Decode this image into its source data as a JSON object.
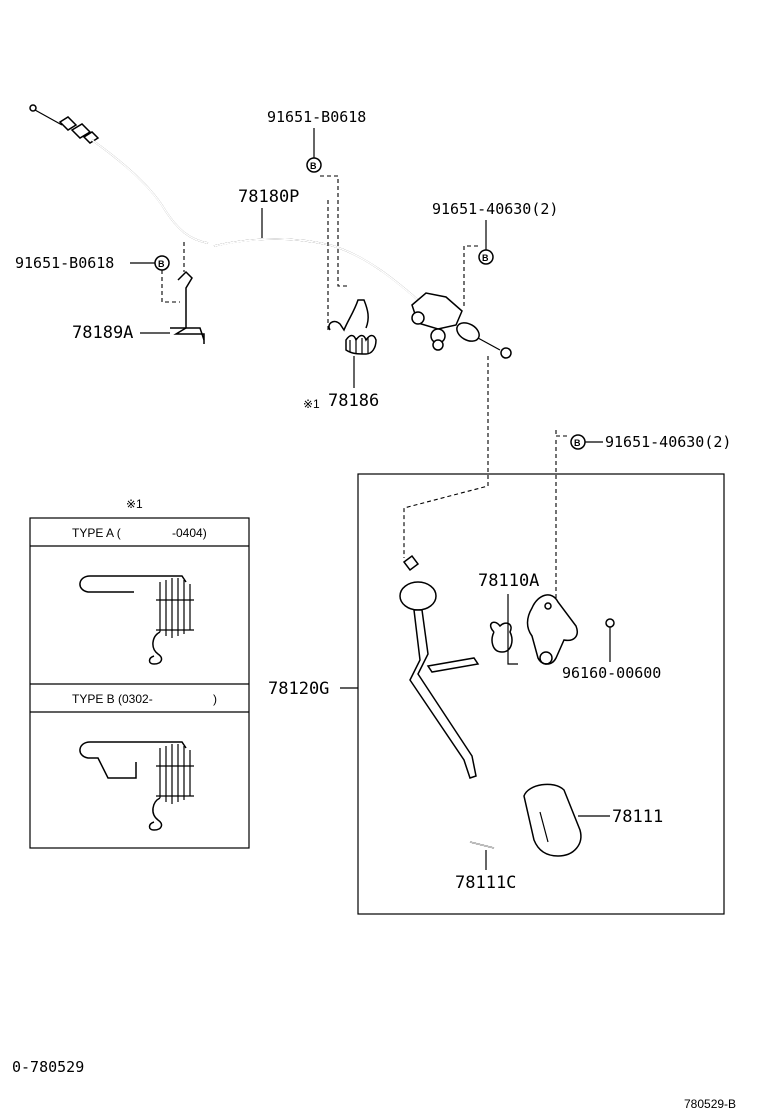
{
  "parts": {
    "bolt_top": "91651-B0618",
    "cable": "78180P",
    "bolt_right": "91651-40630(2)",
    "bolt_left": "91651-B0618",
    "bracket": "78189A",
    "spring": "78186",
    "bolt_pedal": "91651-40630(2)",
    "pedal_bracket": "78110A",
    "pedal_arm": "78120G",
    "washer": "96160-00600",
    "pedal_pad": "78111",
    "pin": "78111C"
  },
  "marks": {
    "b": "B",
    "note_ref": "※1",
    "note_header": "※1"
  },
  "inset": {
    "type_a": "TYPE A (",
    "type_a_end": "-0404)",
    "type_b": "TYPE B (0302-",
    "type_b_end": ")"
  },
  "footer": {
    "left": "0-780529",
    "right": "780529-B"
  }
}
